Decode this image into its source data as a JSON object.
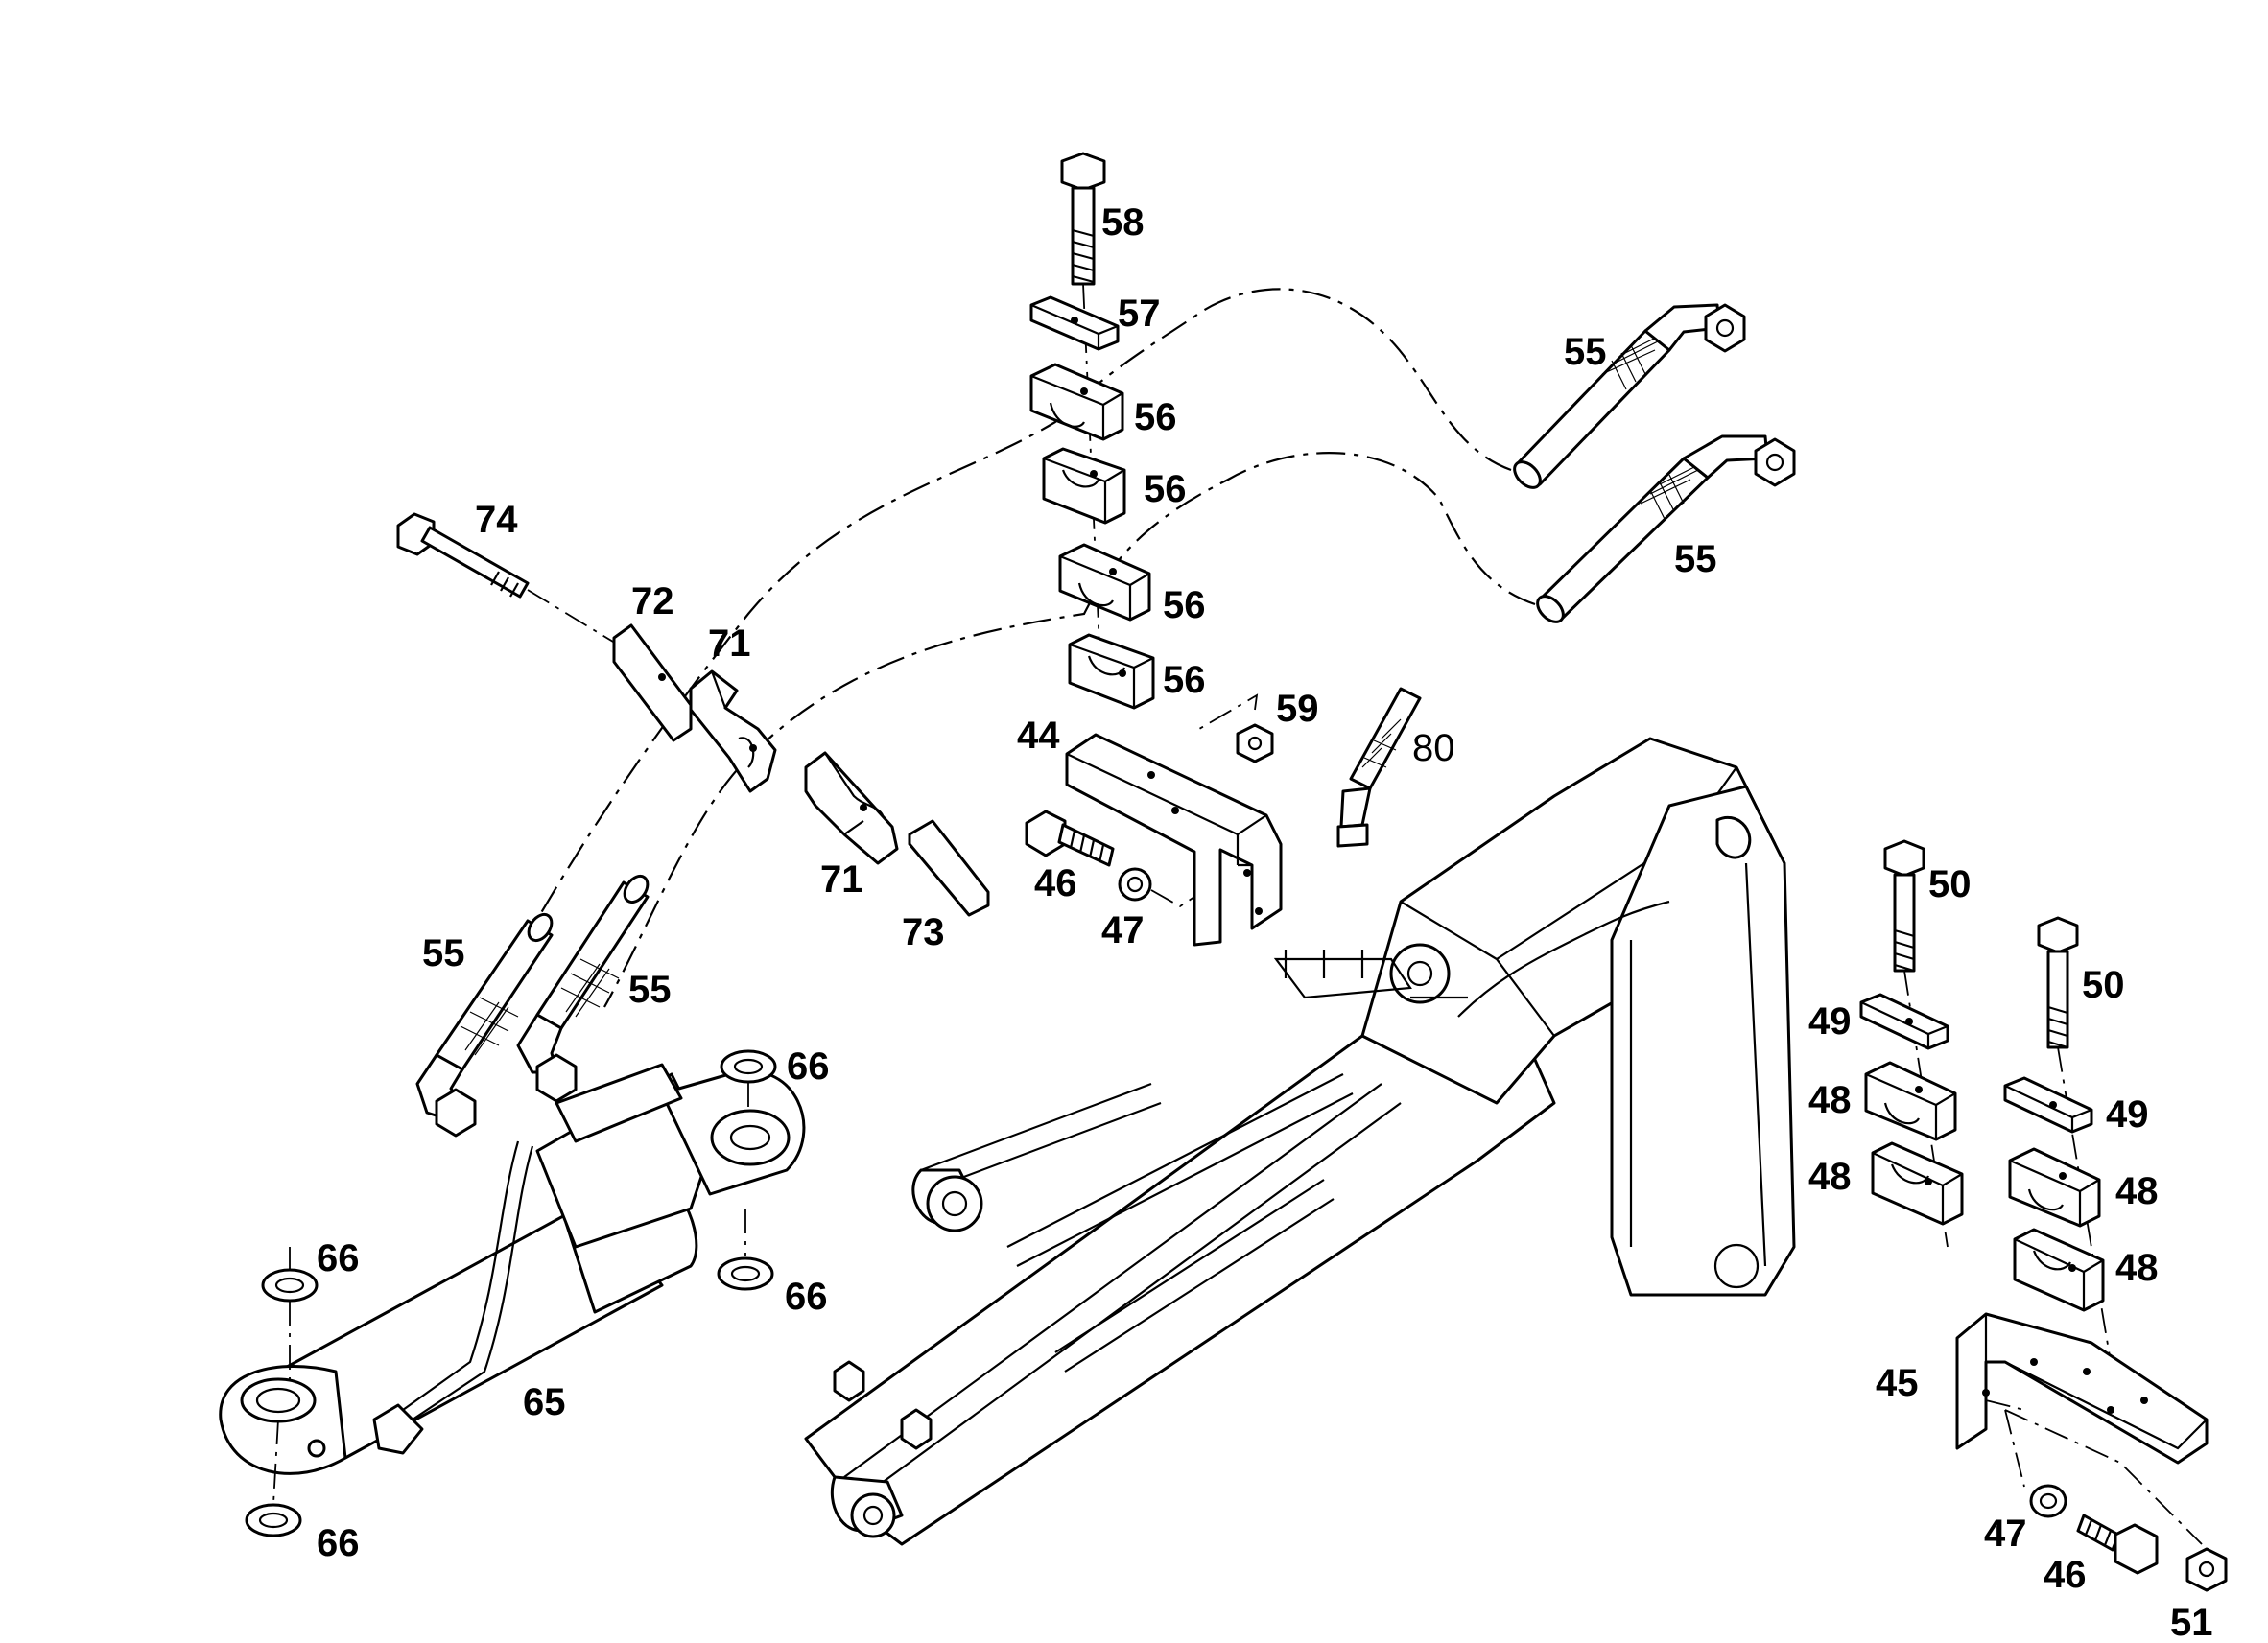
{
  "labels": {
    "p44": "44",
    "p45": "45",
    "p46a": "46",
    "p46b": "46",
    "p47a": "47",
    "p47b": "47",
    "p48a": "48",
    "p48b": "48",
    "p48c": "48",
    "p48d": "48",
    "p49a": "49",
    "p49b": "49",
    "p50a": "50",
    "p50b": "50",
    "p51": "51",
    "p55a": "55",
    "p55b": "55",
    "p55c": "55",
    "p55d": "55",
    "p56a": "56",
    "p56b": "56",
    "p56c": "56",
    "p56d": "56",
    "p57": "57",
    "p58": "58",
    "p59": "59",
    "p65": "65",
    "p66a": "66",
    "p66b": "66",
    "p66c": "66",
    "p66d": "66",
    "p71a": "71",
    "p71b": "71",
    "p72": "72",
    "p73": "73",
    "p74": "74",
    "p80": "80"
  }
}
